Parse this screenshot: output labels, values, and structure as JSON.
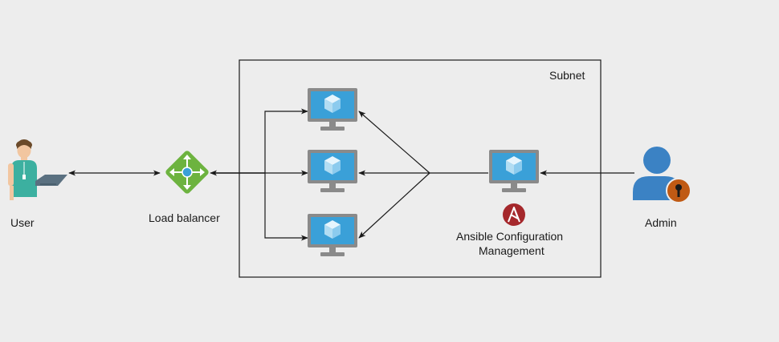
{
  "diagram": {
    "subnet_label": "Subnet",
    "nodes": {
      "user": {
        "label": "User",
        "icon": "user-with-laptop-icon"
      },
      "load_balancer": {
        "label": "Load balancer",
        "icon": "load-balancer-icon"
      },
      "vm_top": {
        "icon": "virtual-machine-icon"
      },
      "vm_middle": {
        "icon": "virtual-machine-icon"
      },
      "vm_bottom": {
        "icon": "virtual-machine-icon"
      },
      "ansible_vm": {
        "label_line1": "Ansible Configuration",
        "label_line2": "Management",
        "icon": "virtual-machine-icon",
        "badge": "ansible-logo-icon"
      },
      "admin": {
        "label": "Admin",
        "icon": "admin-user-key-icon"
      }
    },
    "colors": {
      "background": "#ededed",
      "monitor_frame": "#8a8a8a",
      "screen": "#3aa0d8",
      "cube": "#c8e8f8",
      "load_balancer": "#6db33f",
      "admin_person": "#3b82c4",
      "key_badge": "#c05a14",
      "ansible": "#a5282c",
      "user_shirt": "#3cb0a0"
    }
  }
}
